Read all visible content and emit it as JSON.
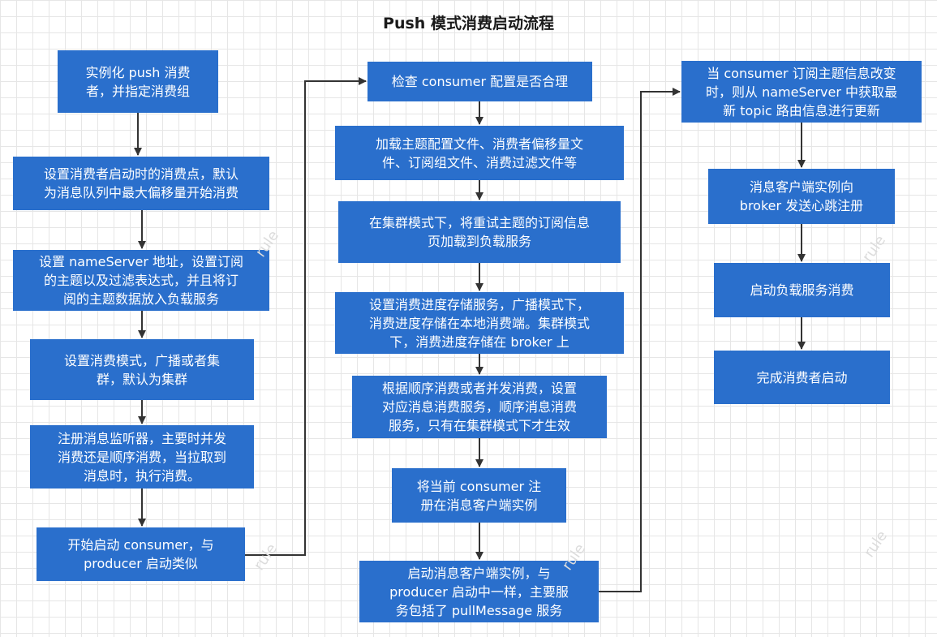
{
  "title": "Push 模式消费启动流程",
  "watermark": "rule",
  "colors": {
    "node_fill": "#2a6fcc",
    "node_text": "#ffffff",
    "connector": "#333333"
  },
  "nodes": {
    "c1_1": "实例化 push 消费\n者，并指定消费组",
    "c1_2": "设置消费者启动时的消费点，默认\n为消息队列中最大偏移量开始消费",
    "c1_3": "设置 nameServer 地址，设置订阅\n的主题以及过滤表达式，并且将订\n阅的主题数据放入负载服务",
    "c1_4": "设置消费模式，广播或者集\n群，默认为集群",
    "c1_5": "注册消息监听器，主要时并发\n消费还是顺序消费，当拉取到\n消息时，执行消费。",
    "c1_6": "开始启动 consumer，与\nproducer 启动类似",
    "c2_1": "检查 consumer 配置是否合理",
    "c2_2": "加载主题配置文件、消费者偏移量文\n件、订阅组文件、消费过滤文件等",
    "c2_3": "在集群模式下，将重试主题的订阅信息\n页加载到负载服务",
    "c2_4": "设置消费进度存储服务，广播模式下，\n消费进度存储在本地消费端。集群模式\n下，消费进度存储在 broker 上",
    "c2_5": "根据顺序消费或者并发消费，设置\n对应消息消费服务，顺序消息消费\n服务，只有在集群模式下才生效",
    "c2_6": "将当前 consumer 注\n册在消息客户端实例",
    "c2_7": "启动消息客户端实例，与\nproducer 启动中一样，主要服\n务包括了 pullMessage 服务",
    "c3_1": "当 consumer 订阅主题信息改变\n时，则从 nameServer 中获取最\n新 topic 路由信息进行更新",
    "c3_2": "消息客户端实例向\nbroker 发送心跳注册",
    "c3_3": "启动负载服务消费",
    "c3_4": "完成消费者启动"
  }
}
